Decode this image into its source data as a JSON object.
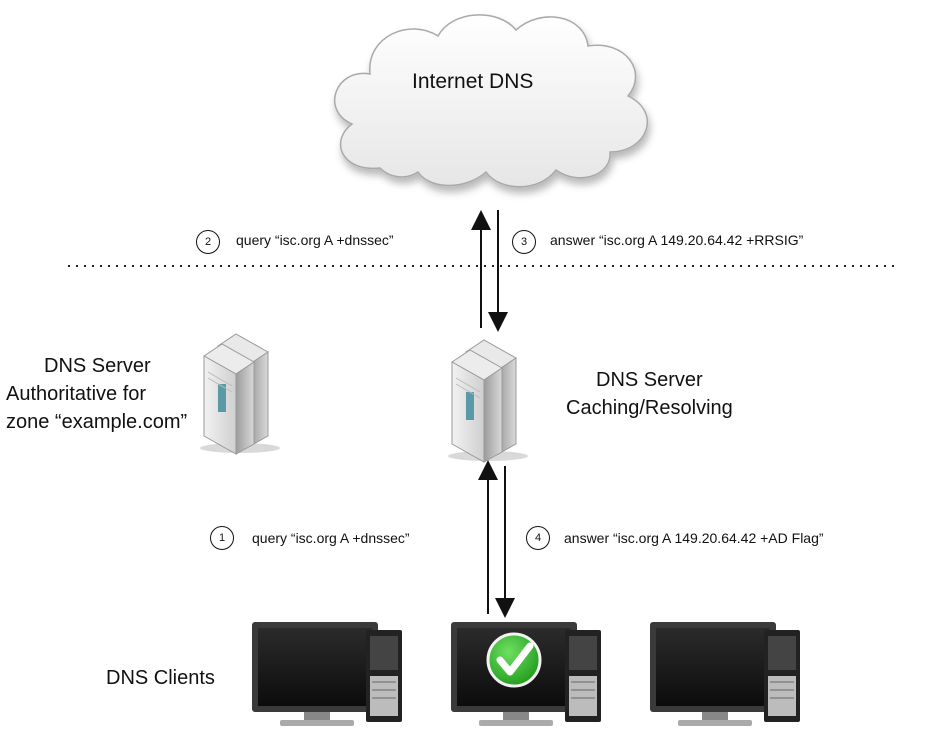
{
  "cloud": {
    "label": "Internet DNS"
  },
  "upper_exchange": {
    "query": {
      "number": "2",
      "text": "query “isc.org A +dnssec”"
    },
    "answer": {
      "number": "3",
      "text": "answer “isc.org A 149.20.64.42 +RRSIG”"
    }
  },
  "authoritative_server": {
    "line1": "DNS Server",
    "line2": "Authoritative for",
    "line3": "zone “example.com”"
  },
  "resolver": {
    "line1": "DNS Server",
    "line2": "Caching/Resolving"
  },
  "lower_exchange": {
    "query": {
      "number": "1",
      "text": "query “isc.org A +dnssec”"
    },
    "answer": {
      "number": "4",
      "text": "answer “isc.org A 149.20.64.42 +AD Flag”"
    }
  },
  "clients": {
    "label": "DNS Clients"
  },
  "colors": {
    "validated": "#2fb52a",
    "line": "#111111"
  }
}
